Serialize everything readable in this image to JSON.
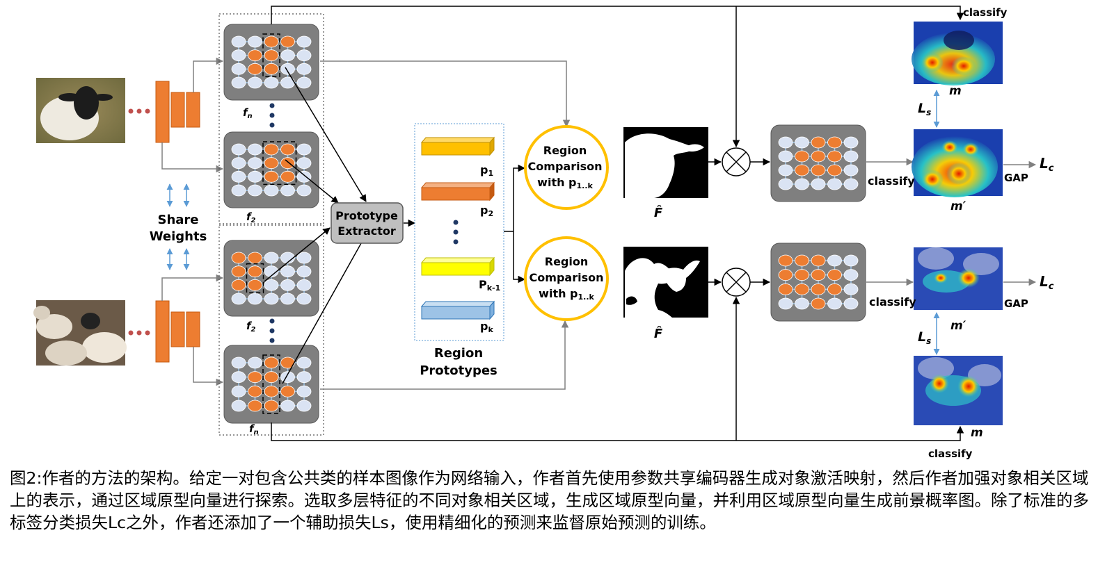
{
  "labels": {
    "share_weights_1": "Share",
    "share_weights_2": "Weights",
    "prototype_extractor_1": "Prototype",
    "prototype_extractor_2": "Extractor",
    "region_prototypes_1": "Region",
    "region_prototypes_2": "Prototypes",
    "p1": "p",
    "p1_sub": "1",
    "p2": "p",
    "p2_sub": "2",
    "pk1": "P",
    "pk1_sub": "k-1",
    "pk": "p",
    "pk_sub": "k",
    "region_comparison_1": "Region",
    "region_comparison_2": "Comparison",
    "region_comparison_3": "with p",
    "region_comparison_sub": "1..k",
    "f_hat": "F̂",
    "f_n": "f",
    "f_n_sub": "n",
    "f_2": "f",
    "f_2_sub": "2",
    "classify": "classify",
    "gap": "GAP",
    "lc": "L",
    "lc_sub": "c",
    "ls": "L",
    "ls_sub": "s",
    "m": "m",
    "m_prime": "m′"
  },
  "colors": {
    "orange": "#ed7d31",
    "node_light": "#dae3f3",
    "panel_gray": "#7f7f7f",
    "ring_yellow": "#ffc000",
    "proto_yellow_dark": "#ffc000",
    "proto_orange": "#ed7d31",
    "proto_yellow": "#ffff00",
    "proto_blue": "#9dc3e6",
    "share_arrow": "#5b9bd5",
    "extractor_fill": "#bfbfbf"
  },
  "caption": "图2:作者的方法的架构。给定一对包含公共类的样本图像作为网络输入，作者首先使用参数共享编码器生成对象激活映射，然后作者加强对象相关区域上的表示，通过区域原型向量进行探索。选取多层特征的不同对象相关区域，生成区域原型向量，并利用区域原型向量生成前景概率图。除了标准的多标签分类损失Lc之外，作者还添加了一个辅助损失Ls，使用精细化的预测来监督原始预测的训练。"
}
